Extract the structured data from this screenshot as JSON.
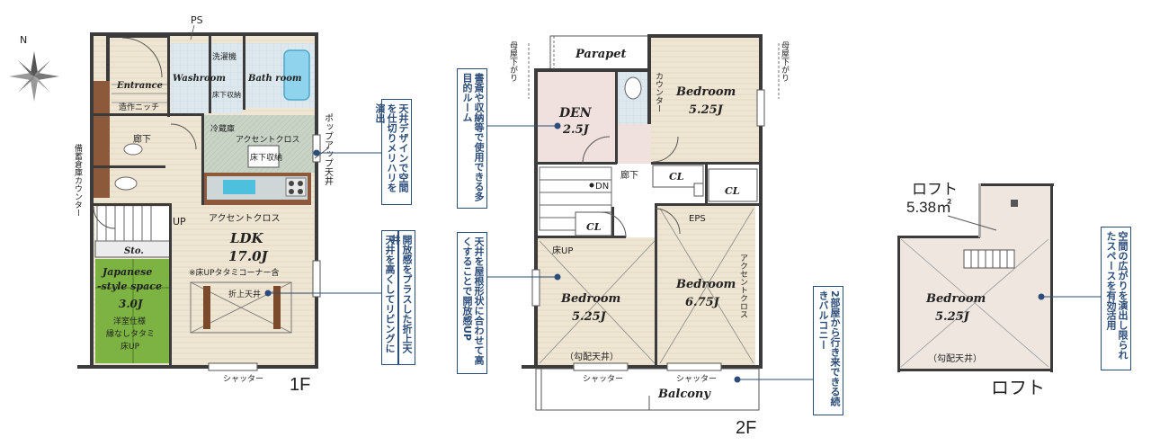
{
  "floor1": {
    "caption": "1F",
    "ps": "PS",
    "entrance": "Entrance",
    "niche": "造作ニッチ",
    "washroom": "Washroom",
    "laundry": "洗濯機",
    "underfloor_small": "床下収納",
    "bath": "Bath room",
    "storage_label": "備蓄倉庫",
    "hallway": "廊下",
    "counter": "カウンター",
    "fridge": "冷蔵庫",
    "accent_cross_kitchen": "アクセントクロス",
    "underfloor": "床下収納",
    "accent_cross_ldk": "アクセントクロス",
    "up": "UP",
    "ldk": "LDK",
    "ldk_size": "17.0J",
    "tatami_note": "※床UPタタミコーナー含",
    "folded_ceiling": "折上天井",
    "sto": "Sto.",
    "japanese_1": "Japanese",
    "japanese_2": "-style space",
    "japanese_size": "3.0J",
    "japanese_note_1": "洋室仕様",
    "japanese_note_2": "縁なしタタミ",
    "japanese_note_3": "床UP",
    "shutter": "シャッター",
    "popup_ceiling": "ポップアップ天井"
  },
  "floor2": {
    "caption": "2F",
    "parapet": "Parapet",
    "eaves_left": "母屋下がり",
    "eaves_right": "母屋下がり",
    "den": "DEN",
    "den_size": "2.5J",
    "counter": "カウンター",
    "bedroom1": "Bedroom",
    "bedroom1_size": "5.25J",
    "hallway": "廊下",
    "dn": "DN",
    "cl1": "CL",
    "cl2": "CL",
    "cl3": "CL",
    "eps": "EPS",
    "floor_up": "床UP",
    "bedroom2": "Bedroom",
    "bedroom2_size": "5.25J",
    "bedroom2_note": "（勾配天井）",
    "bedroom3": "Bedroom",
    "bedroom3_size": "6.75J",
    "accent_cross": "アクセントクロス",
    "shutter_left": "シャッター",
    "shutter_right": "シャッター",
    "balcony": "Balcony"
  },
  "loft": {
    "caption": "ロフト",
    "label": "ロフト",
    "size": "5.38㎡",
    "bedroom": "Bedroom",
    "bedroom_size": "5.25J",
    "note": "（勾配天井）"
  },
  "callouts": {
    "ceiling_design": "天井デザインで空間を仕切りメリハリを演出",
    "folded_ceiling": "開放感をプラスした折上天井",
    "ceiling_living": "天井を高くしてリビングに",
    "study": "書斎や収納等で使用できる多目的ルーム",
    "roof_shape": "天井を屋根形状に合わせて高くすることで開放感UP",
    "balcony": "2部屋から行き来できる続きバルコニー",
    "loft": "空間の広がりを演出し限られたスペースを有効活用"
  },
  "compass": "N",
  "colors": {
    "wall": "#3b3b3b",
    "floor_wood": "#efe5d3",
    "tatami": "#7cb342",
    "tile": "#d7e3ea",
    "den": "#f1e1de",
    "kitchen": "#c8d2c7",
    "accent": "#2c4d7a"
  }
}
